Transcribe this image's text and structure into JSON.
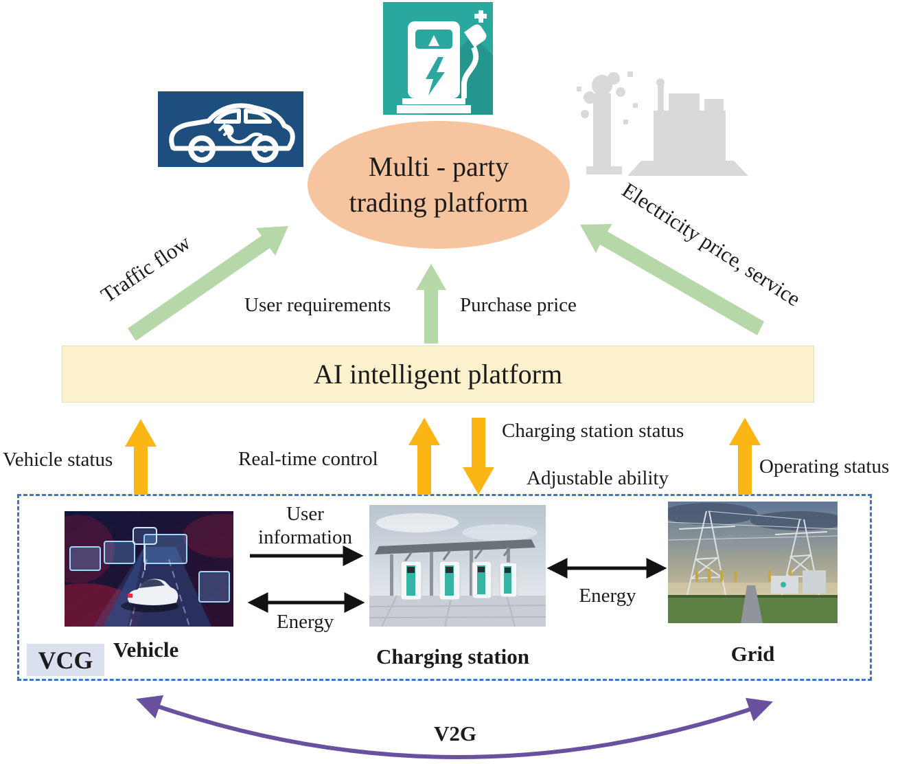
{
  "colors": {
    "green_arrow": "#b6d7a8",
    "yellow_arrow": "#fbb616",
    "purple_arrow": "#68519e",
    "black_arrow": "#111111",
    "peach_ellipse": "#f6c5a0",
    "yellow_panel": "#fbf2cd",
    "dashed_border": "#4472c4",
    "car_icon_bg": "#1d4e7e",
    "charger_icon_bg": "#2aa79e",
    "plant_silhouette": "#d9d9d9",
    "vcg_tag_bg": "#dbe0ef"
  },
  "platform_ellipse": {
    "line1": "Multi - party",
    "line2": "trading platform"
  },
  "ai_platform": {
    "label": "AI intelligent platform"
  },
  "flows_upper": {
    "traffic_flow": "Traffic flow",
    "user_requirements": "User requirements",
    "purchase_price": "Purchase price",
    "electricity_price_service": "Electricity price, service"
  },
  "flows_mid": {
    "vehicle_status": "Vehicle status",
    "real_time_control": "Real-time control",
    "charging_station_status": "Charging station status",
    "adjustable_ability": "Adjustable ability",
    "operating_status": "Operating status"
  },
  "vcg": {
    "tag": "VCG",
    "vehicle_label": "Vehicle",
    "charging_station_label": "Charging station",
    "grid_label": "Grid",
    "user_information_line1": "User",
    "user_information_line2": "information",
    "energy_vehicle_charging": "Energy",
    "energy_charging_grid": "Energy"
  },
  "v2g": {
    "label": "V2G"
  }
}
